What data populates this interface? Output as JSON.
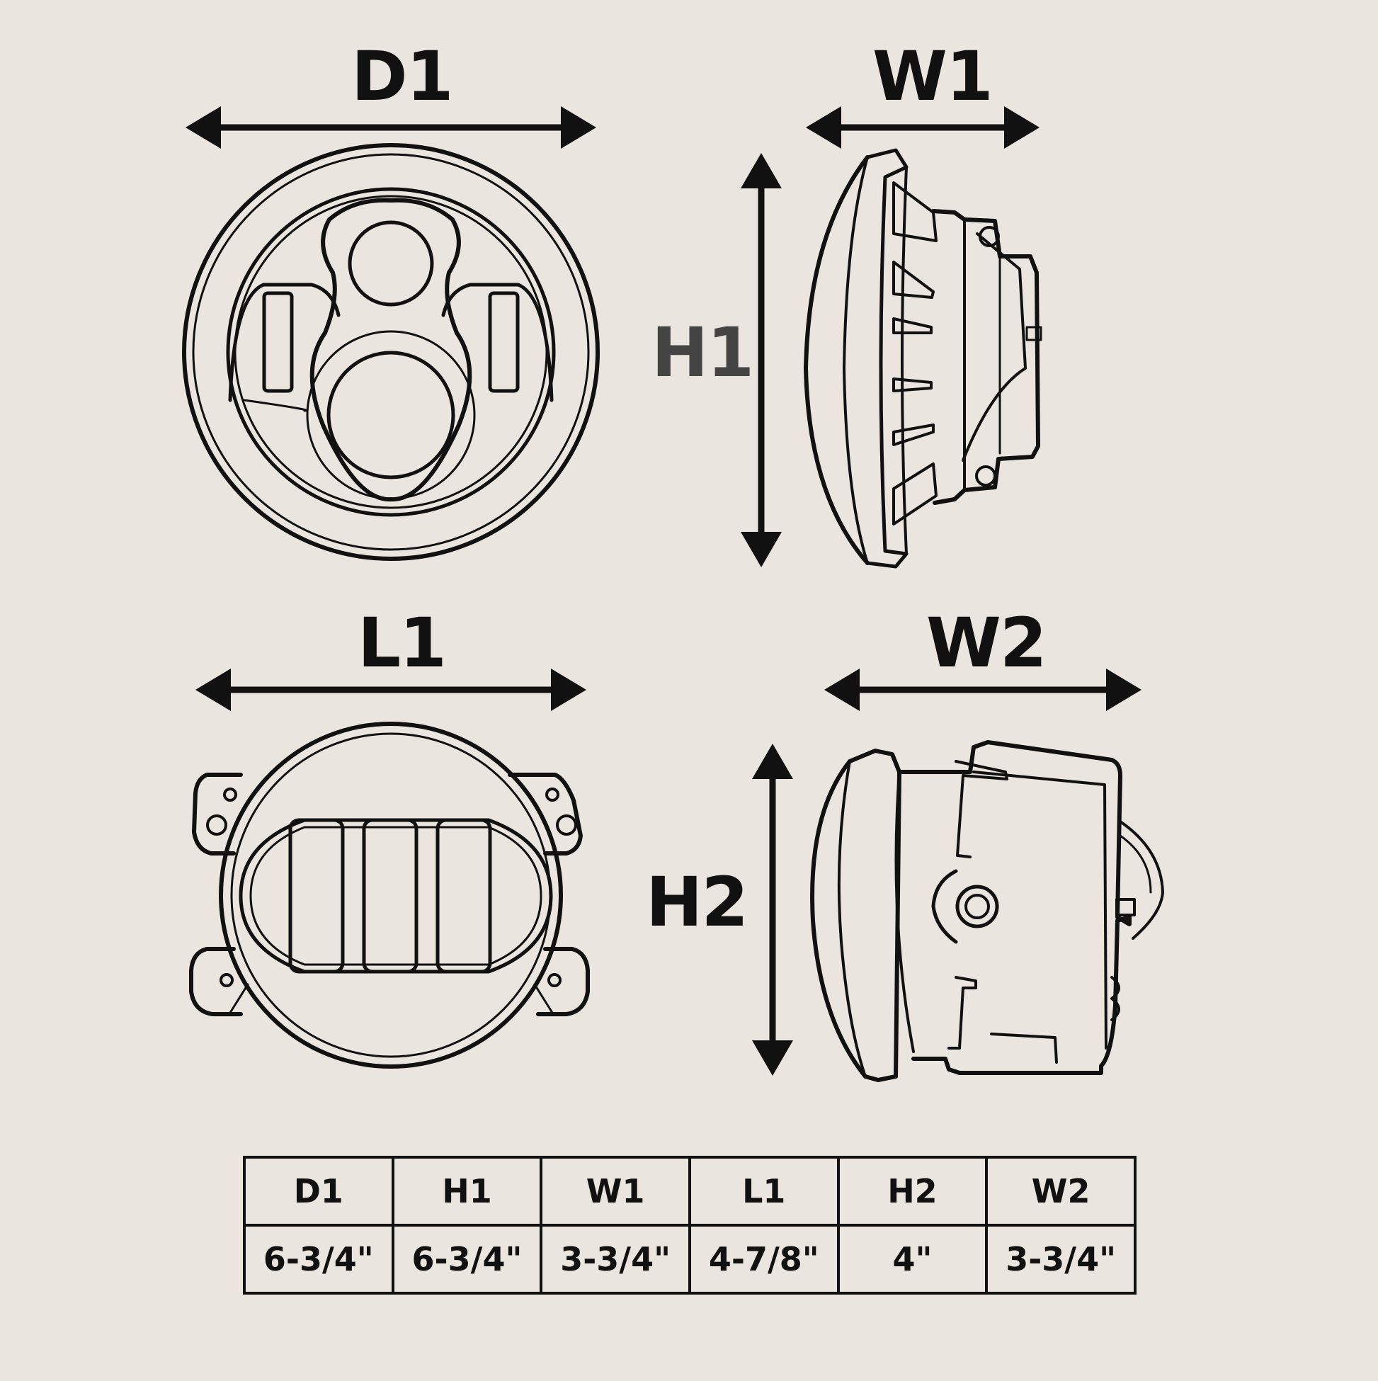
{
  "labels": {
    "d1": "D1",
    "w1": "W1",
    "h1": "H1",
    "l1": "L1",
    "w2": "W2",
    "h2": "H2"
  },
  "table": {
    "headers": [
      "D1",
      "H1",
      "W1",
      "L1",
      "H2",
      "W2"
    ],
    "values": [
      "6-3/4\"",
      "6-3/4\"",
      "3-3/4\"",
      "4-7/8\"",
      "4\"",
      "3-3/4\""
    ]
  },
  "colors": {
    "background": "#ebe5e0",
    "stroke": "#111111",
    "h1_label": "#444444"
  }
}
